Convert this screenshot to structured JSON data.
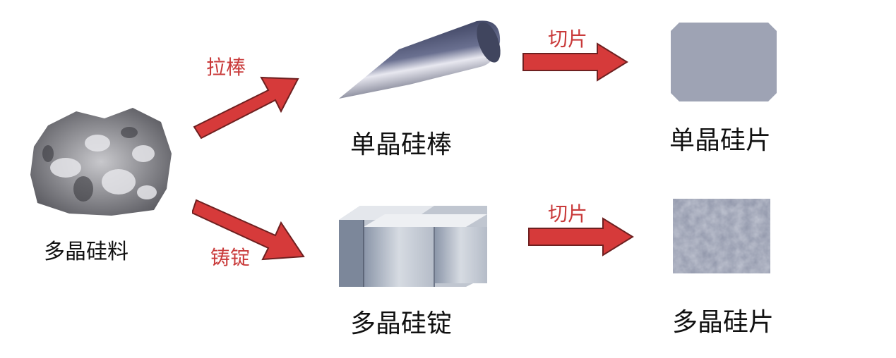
{
  "diagram": {
    "title": "",
    "nodes": {
      "raw": {
        "label": "多晶硅料",
        "icon": "polysilicon-chunks"
      },
      "mono_rod": {
        "label": "单晶硅棒",
        "icon": "monocrystalline-rod"
      },
      "mono_wafer": {
        "label": "单晶硅片",
        "icon": "monocrystalline-wafer"
      },
      "poly_ingot": {
        "label": "多晶硅锭",
        "icon": "polycrystalline-ingot"
      },
      "poly_wafer": {
        "label": "多晶硅片",
        "icon": "polycrystalline-wafer"
      }
    },
    "edges": [
      {
        "from": "多晶硅料",
        "to": "单晶硅棒",
        "label": "拉棒"
      },
      {
        "from": "单晶硅棒",
        "to": "单晶硅片",
        "label": "切片"
      },
      {
        "from": "多晶硅料",
        "to": "多晶硅锭",
        "label": "铸锭"
      },
      {
        "from": "多晶硅锭",
        "to": "多晶硅片",
        "label": "切片"
      }
    ],
    "colors": {
      "arrow": "#d63a3a",
      "arrow_edge": "#6e2020",
      "process_text": "#c93a3a",
      "node_text": "#111111",
      "mono_wafer": "#9ea3b4",
      "poly_wafer": "#8e94a8"
    }
  }
}
